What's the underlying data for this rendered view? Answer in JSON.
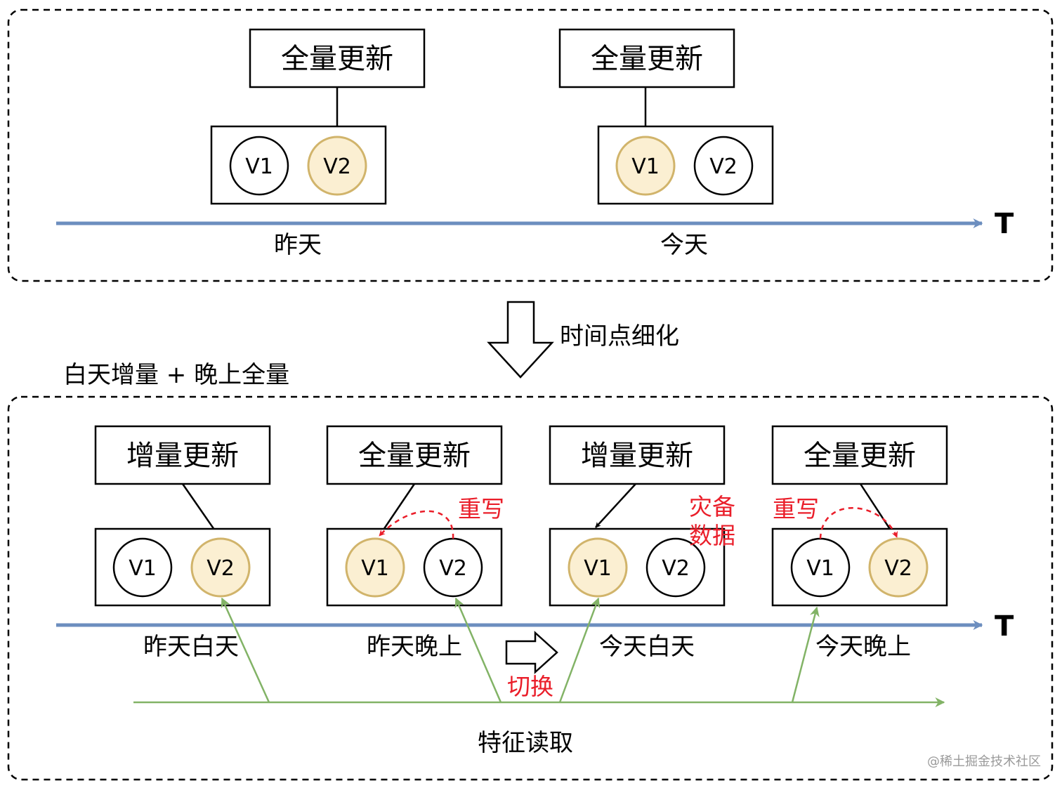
{
  "top_panel": {
    "boxes": [
      {
        "label": "全量更新",
        "versions": [
          "V1",
          "V2"
        ],
        "active": "V2"
      },
      {
        "label": "全量更新",
        "versions": [
          "V1",
          "V2"
        ],
        "active": "V1"
      }
    ],
    "times": [
      "昨天",
      "今天"
    ],
    "axis_label": "T"
  },
  "transition": {
    "label": "时间点细化"
  },
  "bottom_panel": {
    "title": "白天增量 + 晚上全量",
    "boxes": [
      {
        "label": "增量更新",
        "versions": [
          "V1",
          "V2"
        ],
        "active": "V2"
      },
      {
        "label": "全量更新",
        "versions": [
          "V1",
          "V2"
        ],
        "active": "V1"
      },
      {
        "label": "增量更新",
        "versions": [
          "V1",
          "V2"
        ],
        "active": "V1"
      },
      {
        "label": "全量更新",
        "versions": [
          "V1",
          "V2"
        ],
        "active": "V2"
      }
    ],
    "times": [
      "昨天白天",
      "昨天晚上",
      "今天白天",
      "今天晚上"
    ],
    "annotations": {
      "rewrite_1": "重写",
      "backup": "灾备数据",
      "rewrite_2": "重写",
      "switch": "切换"
    },
    "axis_label": "T",
    "read_label": "特征读取"
  },
  "colors": {
    "timeline": "#6c8ebf",
    "read_path": "#82b366",
    "active_fill": "#fbefd2",
    "active_stroke": "#d1b46b",
    "annotation": "#ea1e2a"
  },
  "watermark": "@稀土掘金技术社区"
}
